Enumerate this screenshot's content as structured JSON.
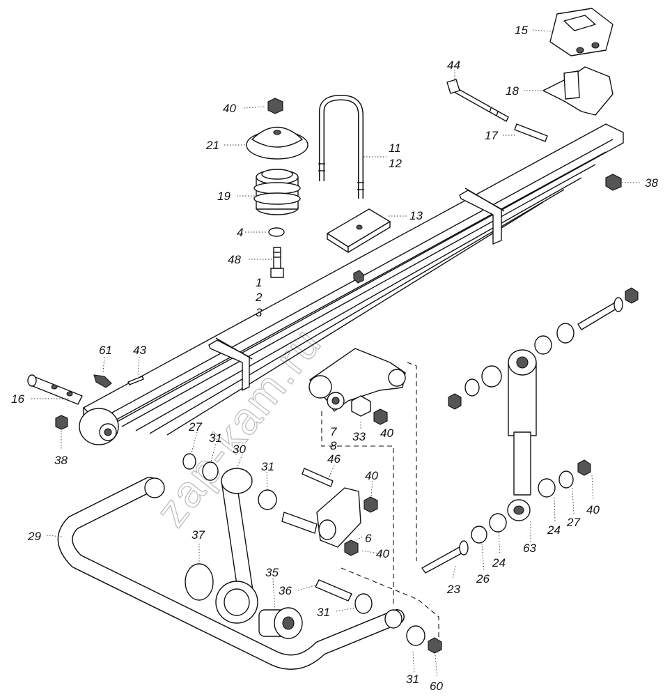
{
  "diagram": {
    "watermark": "zap-kam.ru",
    "labels": {
      "p1": "1",
      "p2": "2",
      "p3": "3",
      "p4": "4",
      "p6": "6",
      "p7": "7",
      "p8": "8",
      "p11": "11",
      "p12": "12",
      "p13": "13",
      "p15": "15",
      "p16": "16",
      "p17": "17",
      "p18": "18",
      "p19": "19",
      "p21": "21",
      "p23": "23",
      "p24a": "24",
      "p24b": "24",
      "p26": "26",
      "p27a": "27",
      "p27b": "27",
      "p29": "29",
      "p30": "30",
      "p31a": "31",
      "p31b": "31",
      "p31c": "31",
      "p31d": "31",
      "p33": "33",
      "p35": "35",
      "p36": "36",
      "p37": "37",
      "p38a": "38",
      "p38b": "38",
      "p40a": "40",
      "p40b": "40",
      "p40c": "40",
      "p40d": "40",
      "p40e": "40",
      "p43": "43",
      "p44": "44",
      "p46": "46",
      "p48": "48",
      "p60": "60",
      "p61": "61",
      "p63": "63"
    },
    "colors": {
      "ink": "#111111",
      "watermark": "#bdbdbd"
    }
  }
}
